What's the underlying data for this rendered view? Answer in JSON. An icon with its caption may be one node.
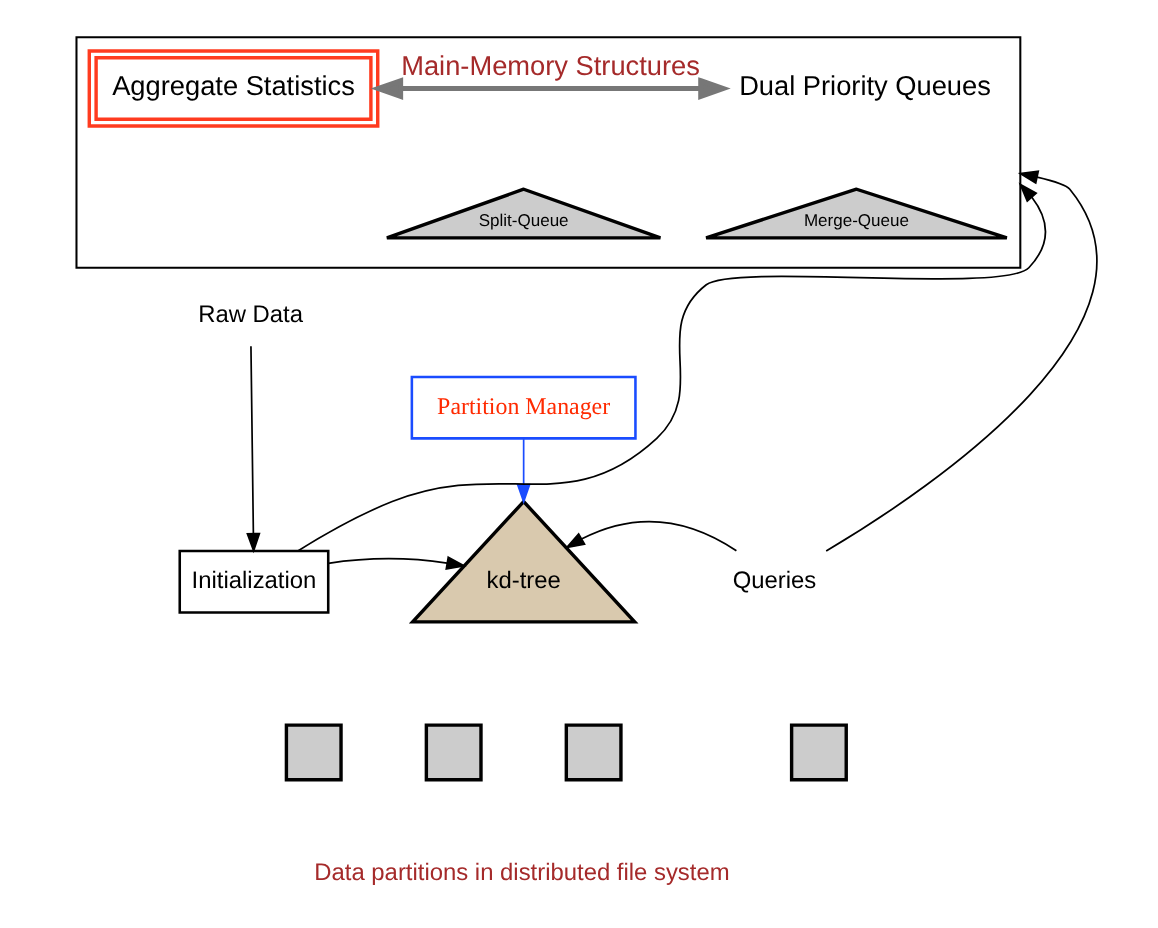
{
  "diagram": {
    "nodes": [
      {
        "text": [],
        "shape": "box"
      },
      {
        "text": [
          "Aggregate Statistics"
        ],
        "in": 0
      },
      {
        "text": [
          "Dual Priority Queues"
        ],
        "in": 0
      },
      {
        "text": [
          "Split-Queue"
        ],
        "in": 0
      },
      {
        "text": [
          "Merge-Queue"
        ],
        "in": 0
      },
      {
        "text": [
          "Partition Manager"
        ]
      },
      {
        "text": [
          "Raw Data"
        ]
      },
      {
        "text": [
          "Initialization"
        ]
      },
      {
        "text": [
          "kd-tree"
        ]
      },
      {
        "text": [
          "Queries"
        ]
      },
      {
        "text": [],
        "shape": "box"
      },
      {
        "text": [],
        "shape": "box"
      },
      {
        "text": [],
        "shape": "box"
      },
      {
        "text": [],
        "shape": "box"
      }
    ],
    "edges": [
      {
        "from": 1,
        "to": 2,
        "arrow": "both",
        "label": "Main-Memory Structures",
        "style": "thick",
        "color": "#777777"
      },
      {
        "from": 7,
        "to": 0,
        "arrow": "to"
      },
      {
        "from": 9,
        "to": 0,
        "arrow": "to"
      },
      {
        "from": 5,
        "to": 8,
        "arrow": "to",
        "color": "#1a4cff"
      },
      {
        "from": 6,
        "to": 7,
        "arrow": "to"
      },
      {
        "from": 7,
        "to": 8,
        "arrow": "to"
      },
      {
        "from": 9,
        "to": 8,
        "arrow": "to"
      }
    ],
    "labels": [
      "Data partitions in distributed file system"
    ]
  }
}
